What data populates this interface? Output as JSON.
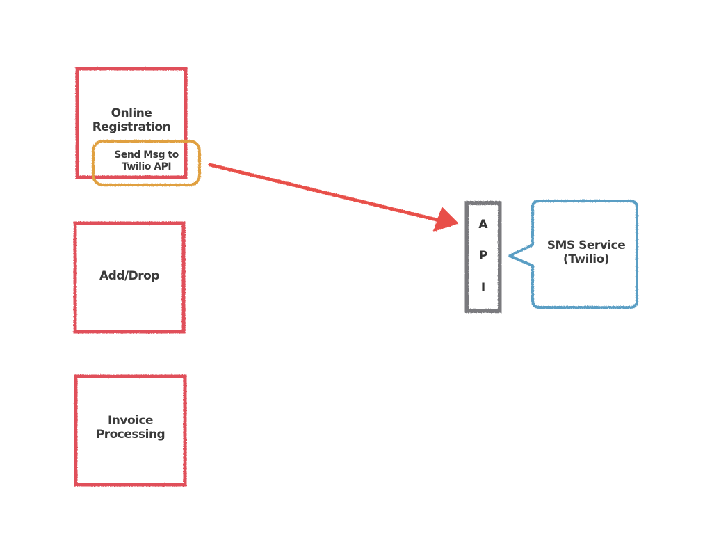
{
  "colors": {
    "system_box": "#e0505a",
    "action_box": "#e0a040",
    "arrow": "#e8504a",
    "api_box": "#7a7a7e",
    "service_box": "#5a9ec4",
    "text": "#3a3a3a"
  },
  "systems": [
    {
      "id": "online-registration",
      "label_line1": "Online",
      "label_line2": "Registration"
    },
    {
      "id": "add-drop",
      "label": "Add/Drop"
    },
    {
      "id": "invoice-processing",
      "label_line1": "Invoice",
      "label_line2": "Processing"
    }
  ],
  "action": {
    "label_line1": "Send Msg to",
    "label_line2": "Twilio API"
  },
  "api": {
    "letters": [
      "A",
      "P",
      "I"
    ]
  },
  "service": {
    "label_line1": "SMS Service",
    "label_line2": "(Twilio)"
  },
  "edges": [
    {
      "from": "send-msg-action",
      "to": "api-box",
      "type": "arrow"
    },
    {
      "from": "api-box",
      "to": "sms-service",
      "type": "callout"
    }
  ]
}
